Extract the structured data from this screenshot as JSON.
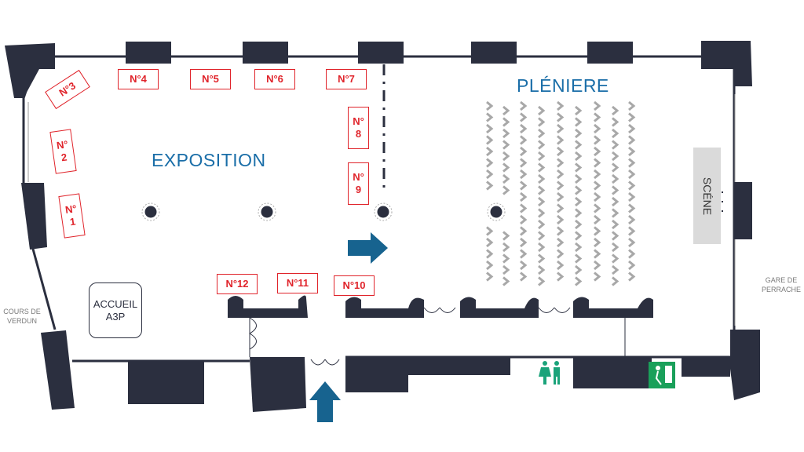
{
  "zones": {
    "exposition": "EXPOSITION",
    "pleniere": "PLÉNIERE",
    "scene": "SCÉNE",
    "accueil_line1": "ACCUEIL",
    "accueil_line2": "A3P"
  },
  "streets": {
    "left_line1": "COURS DE",
    "left_line2": "VERDUN",
    "right_line1": "GARE DE",
    "right_line2": "PERRACHE"
  },
  "booths": [
    {
      "id": "1",
      "label": "N°\n1"
    },
    {
      "id": "2",
      "label": "N°\n2"
    },
    {
      "id": "3",
      "label": "N°3"
    },
    {
      "id": "4",
      "label": "N°4"
    },
    {
      "id": "5",
      "label": "N°5"
    },
    {
      "id": "6",
      "label": "N°6"
    },
    {
      "id": "7",
      "label": "N°7"
    },
    {
      "id": "8",
      "label": "N°\n8"
    },
    {
      "id": "9",
      "label": "N°\n9"
    },
    {
      "id": "10",
      "label": "N°10"
    },
    {
      "id": "11",
      "label": "N°11"
    },
    {
      "id": "12",
      "label": "N°12"
    }
  ],
  "icons": {
    "restroom": "restroom-icon",
    "emergency_exit": "emergency-exit-icon",
    "entrance_arrow": "entrance-arrow-icon",
    "direction_arrow": "direction-arrow-icon"
  },
  "colors": {
    "wall": "#2b2f3f",
    "booth": "#e0242b",
    "zone_text": "#1a6ea8",
    "arrow": "#17638f",
    "seat": "#a8a8a8",
    "stage": "#dadada",
    "restroom": "#1aa37a",
    "exit": "#1aa05a"
  }
}
